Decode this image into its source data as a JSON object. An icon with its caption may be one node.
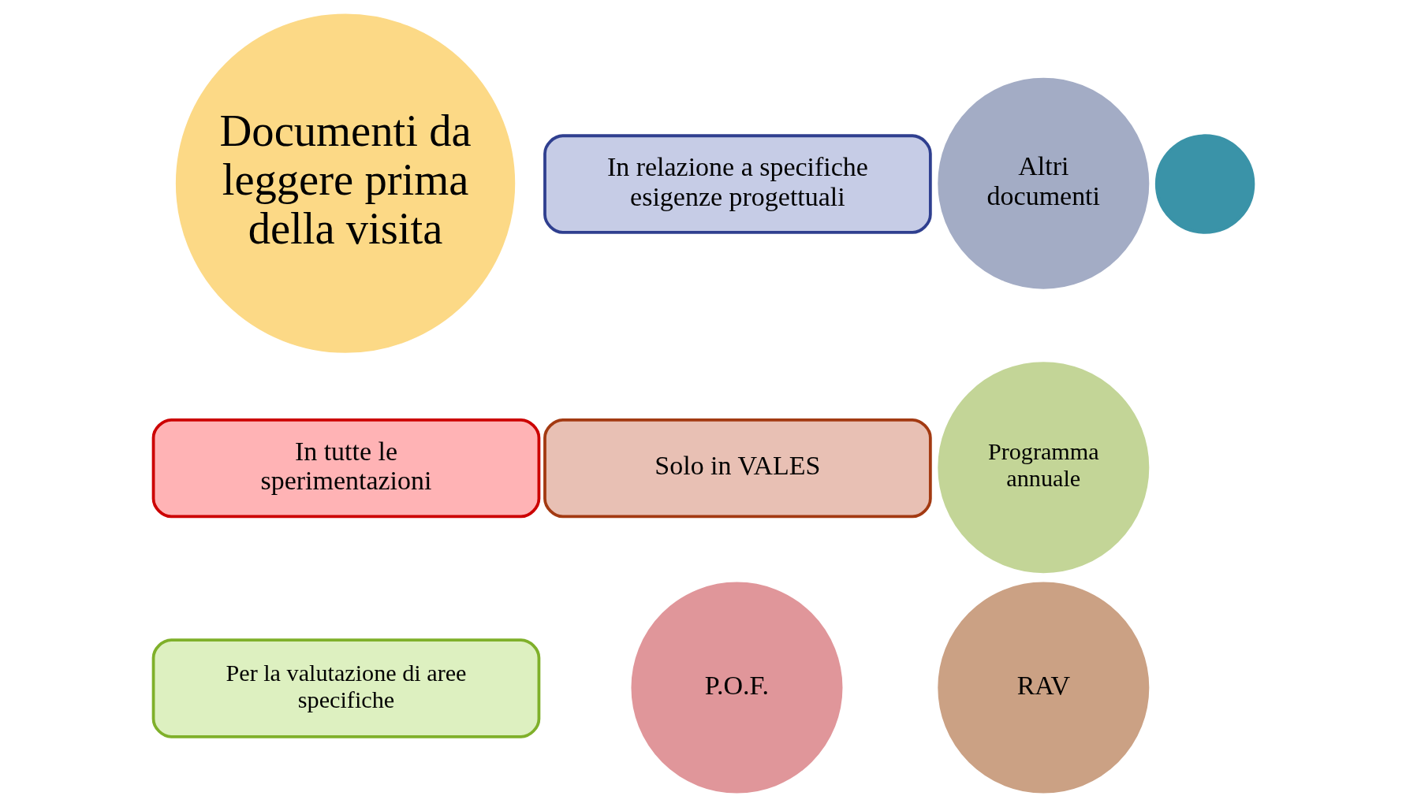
{
  "diagram": {
    "nodes": [
      {
        "text": [
          "Documenti da leggere prima della visita"
        ]
      },
      {
        "text": [
          "P.O.F."
        ]
      },
      {
        "text": [
          "In tutte le sperimentazioni"
        ]
      },
      {
        "text": [
          "Altri documenti"
        ]
      },
      {
        "text": [
          "Programma annuale"
        ]
      },
      {
        "text": [
          "Per la valutazione di aree specifiche"
        ]
      },
      {
        "text": [
          "In relazione a specifiche esigenze progettuali"
        ]
      },
      {
        "text": [
          "RAV"
        ]
      },
      {
        "text": [
          "Solo in VALES"
        ]
      },
      {
        "text": [],
        "shape": "circle"
      }
    ]
  }
}
